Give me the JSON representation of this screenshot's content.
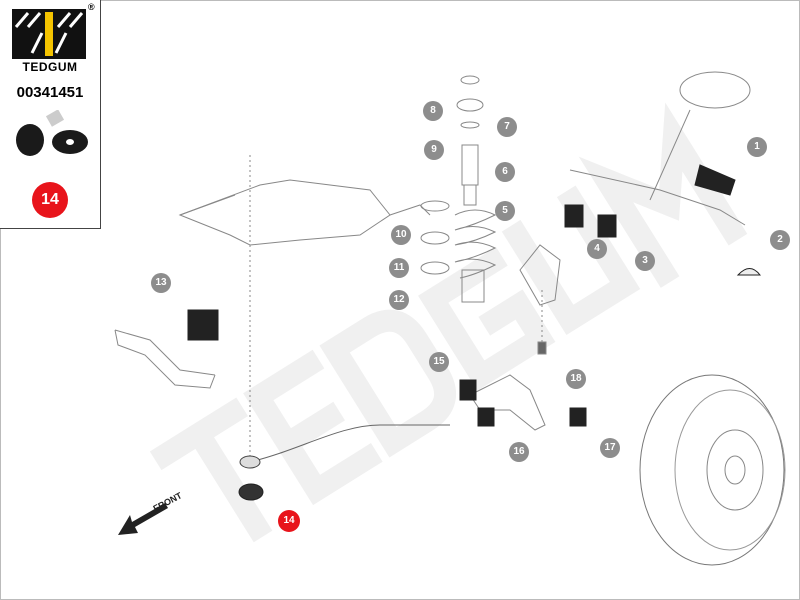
{
  "infobox": {
    "brand": "TEDGUM",
    "registered_mark": "®",
    "part_number": "00341451",
    "position_badge": "14",
    "badge_color": "#e8141b"
  },
  "diagram": {
    "watermark": "TEDGUM",
    "front_label": "FRONT",
    "callout_color": "#8d8d8d",
    "highlighted_callout": "14",
    "callouts": [
      "1",
      "2",
      "3",
      "4",
      "5",
      "6",
      "7",
      "8",
      "9",
      "10",
      "11",
      "12",
      "13",
      "14",
      "15",
      "16",
      "17",
      "18"
    ]
  }
}
